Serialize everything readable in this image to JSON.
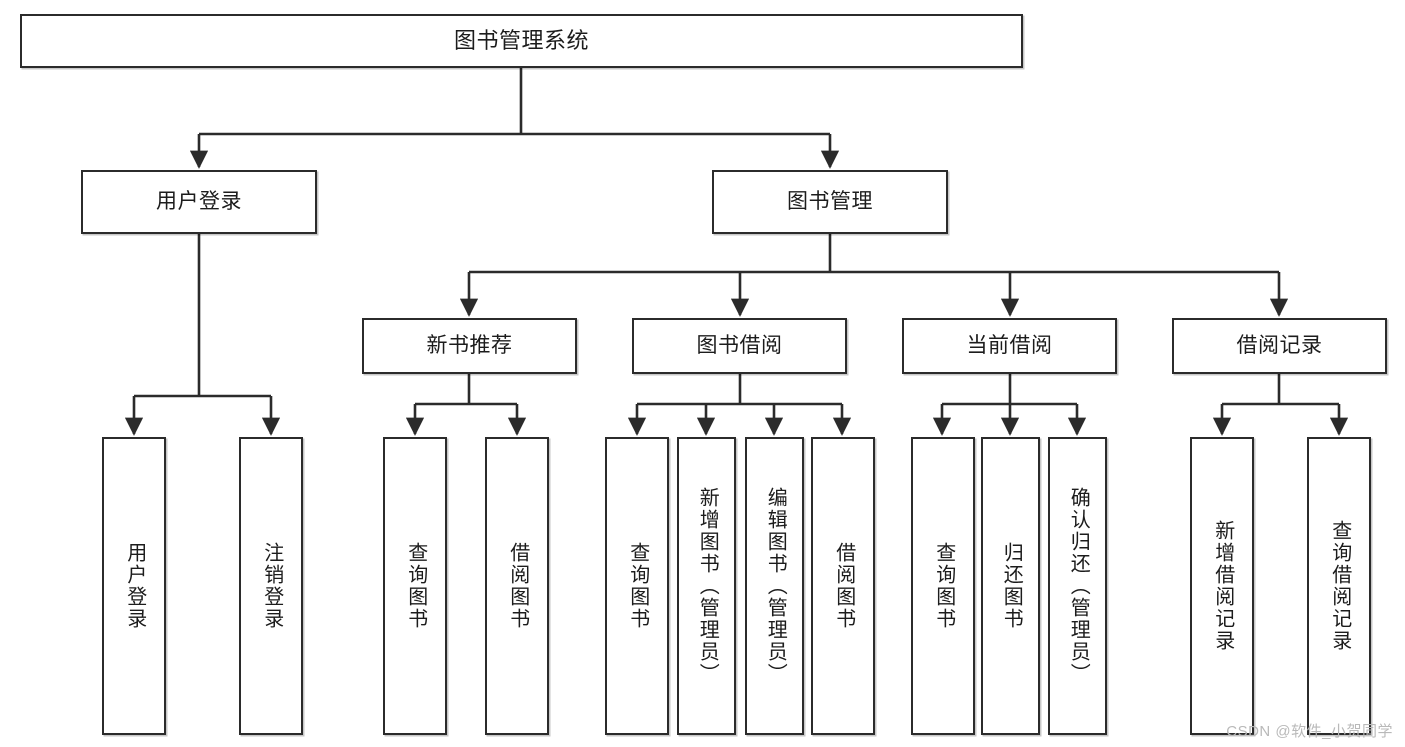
{
  "diagram": {
    "title": "图书管理系统",
    "type": "tree",
    "orientation": "top-down",
    "stroke_color": "#2b2b2b",
    "fill_color": "#ffffff",
    "text_color": "#1c1c1c"
  },
  "watermark": {
    "text": "CSDN @软件_小贺同学",
    "color": "#b9b9b9"
  },
  "nodes": {
    "root": {
      "label": "图书管理系统"
    },
    "level1": [
      {
        "label": "用户登录"
      },
      {
        "label": "图书管理"
      }
    ],
    "level2": [
      {
        "label": "新书推荐"
      },
      {
        "label": "图书借阅"
      },
      {
        "label": "当前借阅"
      },
      {
        "label": "借阅记录"
      }
    ],
    "leaves": {
      "user_login": [
        {
          "label": "用户登录"
        },
        {
          "label": "注销登录"
        }
      ],
      "new_book_recommend": [
        {
          "label": "查询图书"
        },
        {
          "label": "借阅图书"
        }
      ],
      "book_borrow": [
        {
          "label": "查询图书"
        },
        {
          "label": "新增图书（管理员）"
        },
        {
          "label": "编辑图书（管理员）"
        },
        {
          "label": "借阅图书"
        }
      ],
      "current_borrow": [
        {
          "label": "查询图书"
        },
        {
          "label": "归还图书"
        },
        {
          "label": "确认归还（管理员）"
        }
      ],
      "borrow_record": [
        {
          "label": "新增借阅记录"
        },
        {
          "label": "查询借阅记录"
        }
      ]
    }
  }
}
